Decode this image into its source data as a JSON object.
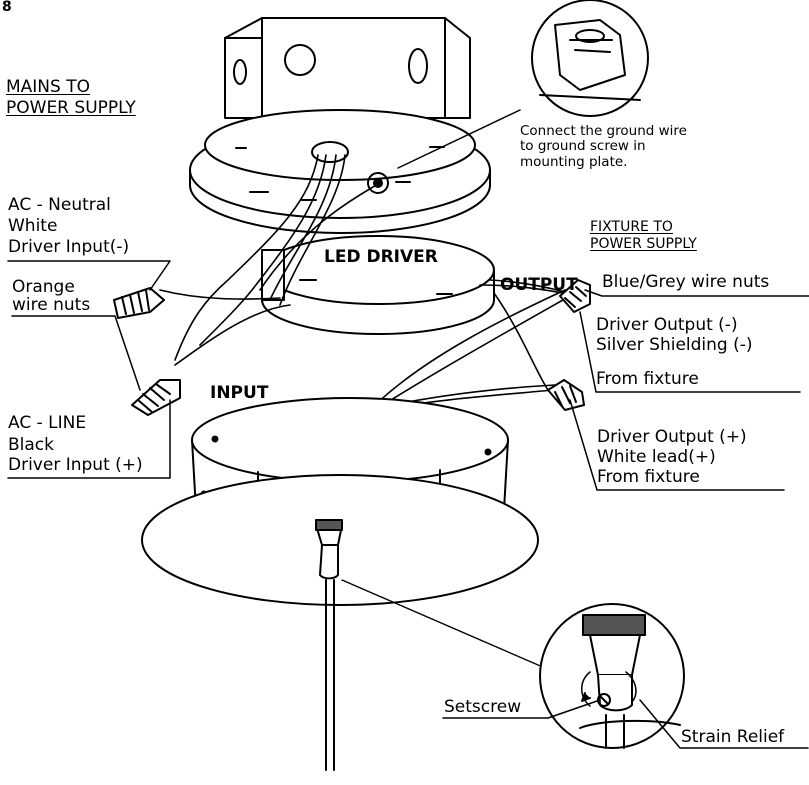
{
  "figure_number": "8",
  "labels": {
    "mains_line1": "MAINS TO",
    "mains_line2": "POWER SUPPLY",
    "ground_note_line1": "Connect the ground wire",
    "ground_note_line2": "to ground screw in",
    "ground_note_line3": "mounting plate.",
    "ac_neutral_line1": "AC - Neutral",
    "ac_neutral_line2": "White",
    "ac_neutral_line3": "Driver Input(-)",
    "fixture_line1": "FIXTURE TO",
    "fixture_line2": "POWER SUPPLY",
    "led_driver": "LED DRIVER",
    "output": "OUTPUT",
    "blue_grey_nuts": "Blue/Grey wire nuts",
    "orange_line1": "Orange",
    "orange_line2": "wire nuts",
    "driver_out_neg_line1": "Driver Output (-)",
    "driver_out_neg_line2": "Silver Shielding (-)",
    "driver_out_neg_line3": "From fixture",
    "input": "INPUT",
    "ac_line_line1": "AC - LINE",
    "ac_line_line2": "Black",
    "ac_line_line3": "Driver Input (+)",
    "driver_out_pos_line1": "Driver Output (+)",
    "driver_out_pos_line2": "White lead(+)",
    "driver_out_pos_line3": "From fixture",
    "setscrew": "Setscrew",
    "strain_relief": "Strain Relief"
  }
}
